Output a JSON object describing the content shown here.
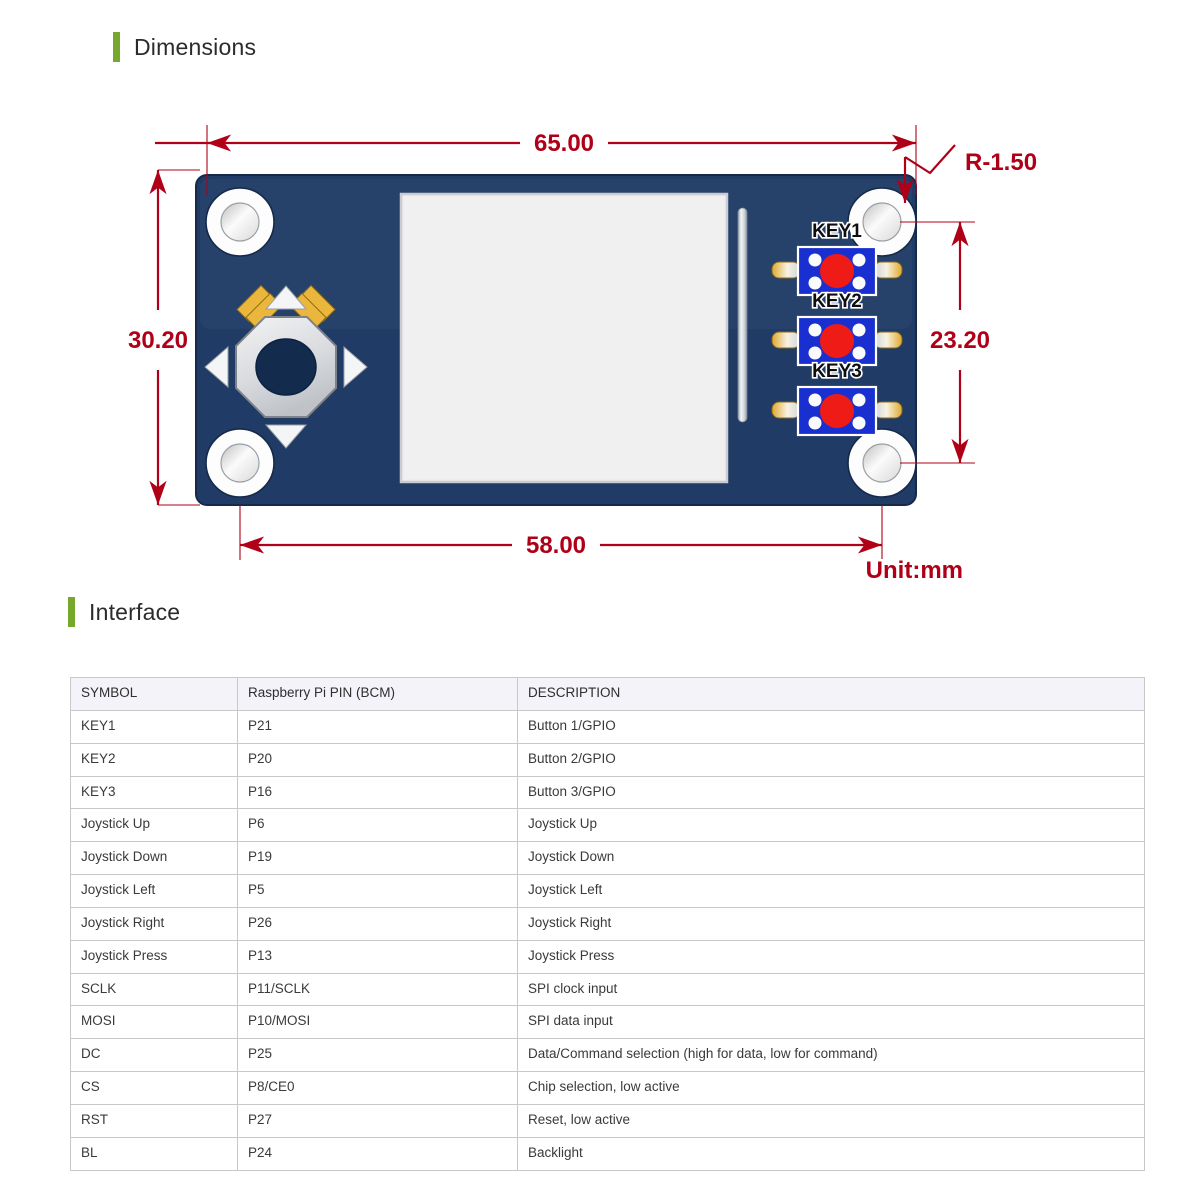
{
  "sections": {
    "dimensions_title": "Dimensions",
    "interface_title": "Interface"
  },
  "colors": {
    "accent_green": "#76a82c",
    "dimension_red": "#b00018",
    "pcb_navy": "#1f3b66",
    "button_blue": "#1a2fd0",
    "button_red": "#ee1b17",
    "pad_gold": "#e8b73a",
    "lcd_gray": "#ececec",
    "table_header_bg": "#f3f3f9",
    "table_border": "#c8c8c8"
  },
  "drawing": {
    "unit_label": "Unit:mm",
    "dimensions": {
      "top_width": "65.00",
      "left_height": "30.20",
      "right_height": "23.20",
      "bottom_width": "58.00",
      "corner_radius": "R-1.50"
    },
    "buttons": [
      {
        "label": "KEY1"
      },
      {
        "label": "KEY2"
      },
      {
        "label": "KEY3"
      }
    ]
  },
  "interface_table": {
    "headers": [
      "SYMBOL",
      "Raspberry Pi PIN (BCM)",
      "DESCRIPTION"
    ],
    "rows": [
      [
        "KEY1",
        "P21",
        "Button 1/GPIO"
      ],
      [
        "KEY2",
        "P20",
        "Button 2/GPIO"
      ],
      [
        "KEY3",
        "P16",
        "Button 3/GPIO"
      ],
      [
        "Joystick Up",
        "P6",
        "Joystick Up"
      ],
      [
        "Joystick Down",
        "P19",
        "Joystick Down"
      ],
      [
        "Joystick Left",
        "P5",
        "Joystick Left"
      ],
      [
        "Joystick Right",
        "P26",
        "Joystick Right"
      ],
      [
        "Joystick Press",
        "P13",
        "Joystick Press"
      ],
      [
        "SCLK",
        "P11/SCLK",
        "SPI clock input"
      ],
      [
        "MOSI",
        "P10/MOSI",
        "SPI data input"
      ],
      [
        "DC",
        "P25",
        "Data/Command selection (high for data, low for command)"
      ],
      [
        "CS",
        "P8/CE0",
        "Chip selection, low active"
      ],
      [
        "RST",
        "P27",
        "Reset, low active"
      ],
      [
        "BL",
        "P24",
        "Backlight"
      ]
    ]
  }
}
